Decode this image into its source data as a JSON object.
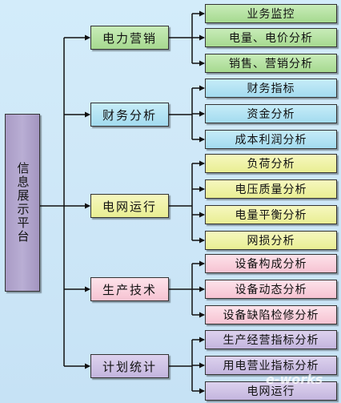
{
  "root": {
    "label": "信息展示平台"
  },
  "categories": [
    {
      "label": "电力营销",
      "color": "#b9e4a5",
      "leaves": [
        "业务监控",
        "电量、电价分析",
        "销售、营销分析"
      ]
    },
    {
      "label": "财务分析",
      "color": "#b5e3f4",
      "leaves": [
        "财务指标",
        "资金分析",
        "成本利润分析"
      ]
    },
    {
      "label": "电网运行",
      "color": "#eef3a8",
      "leaves": [
        "负荷分析",
        "电压质量分析",
        "电量平衡分析",
        "网损分析"
      ]
    },
    {
      "label": "生产技术",
      "color": "#f9d1dd",
      "leaves": [
        "设备构成分析",
        "设备动态分析",
        "设备缺陷检修分析"
      ]
    },
    {
      "label": "计划统计",
      "color": "#cfc3e6",
      "leaves": [
        "生产经营指标分析",
        "用电营业指标分析",
        "电网运行"
      ]
    }
  ],
  "watermark": "e-works"
}
